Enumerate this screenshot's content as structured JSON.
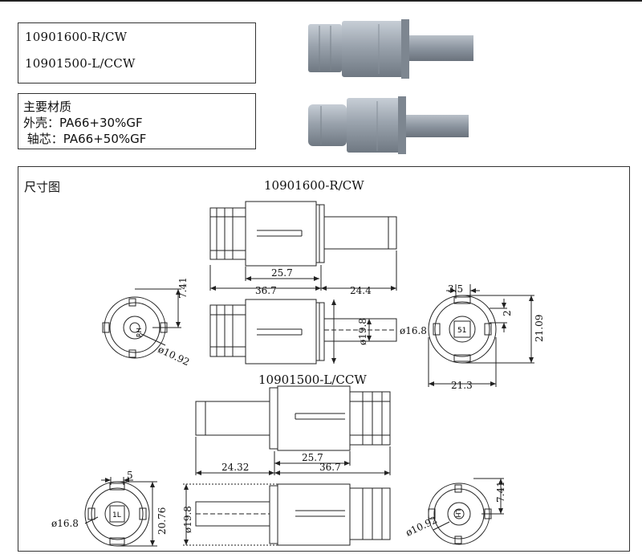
{
  "models": {
    "r_cw": "10901600-R/CW",
    "l_ccw": "10901500-L/CCW"
  },
  "materials": {
    "title": "主要材质",
    "shell": "外壳：PA66+30%GF",
    "shaft": " 轴芯：PA66+50%GF"
  },
  "dimension_section": {
    "title": "尺寸图",
    "view_r_title": "10901600-R/CW",
    "view_l_title": "10901500-L/CCW"
  },
  "dimensions": {
    "r_body_len": "25.7",
    "r_total_len": "36.7",
    "r_shaft_len": "24.4",
    "r_end_flat": "7.41",
    "r_end_dia": "ø10.92",
    "r_shaft_dia": "ø19.8",
    "r_right_dia": "ø16.8",
    "r_offset": "3.5",
    "r_key": "2",
    "r_height": "21.09",
    "r_width": "21.3",
    "l_shaft_len": "24.32",
    "l_body_len": "25.7",
    "l_total_len": "36.7",
    "l_top": "5",
    "l_dia": "ø16.8",
    "l_height": "20.76",
    "l_shaft_dia": "ø19.8",
    "l_end_flat": "7.41",
    "l_end_dia": "ø10.92"
  },
  "end_marks": {
    "r_hub": "RH",
    "r_shaft_marking": "51",
    "l_hub": "LH",
    "l_shaft_marking": "1L"
  },
  "colors": {
    "line": "#222222",
    "render_body": "#9aa3ad",
    "render_shaft": "#8c95a0"
  }
}
